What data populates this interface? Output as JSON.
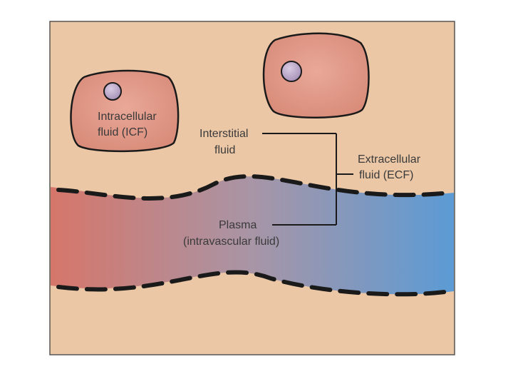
{
  "labels": {
    "icf_line1": "Intracellular",
    "icf_line2": "fluid (ICF)",
    "interstitial_line1": "Interstitial",
    "interstitial_line2": "fluid",
    "ecf_line1": "Extracellular",
    "ecf_line2": "fluid (ECF)",
    "plasma_line1": "Plasma",
    "plasma_line2": "(intravascular fluid)"
  },
  "colors": {
    "background_tissue": "#EBC7A6",
    "cell_body": "#D98C7A",
    "nucleus": "#A58FB6",
    "vessel_left": "#D6766A",
    "vessel_right": "#5B9BD5",
    "frame": "#555555",
    "dash": "#1A1A1A"
  }
}
